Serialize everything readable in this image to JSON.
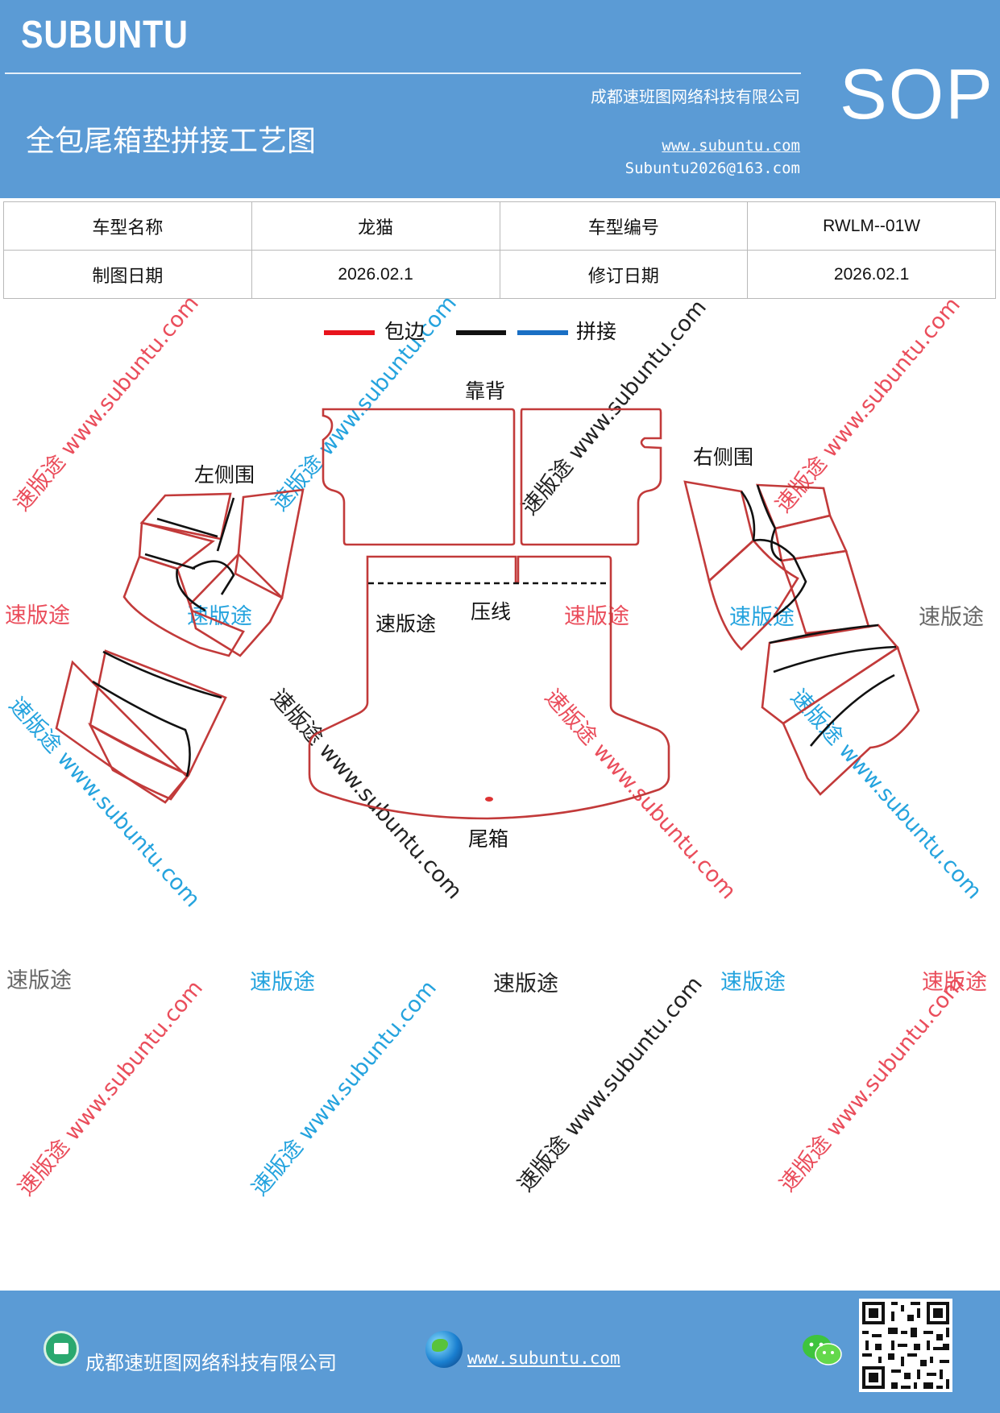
{
  "header": {
    "brand": "SUBUNTU",
    "company": "成都速班图网络科技有限公司",
    "title": "全包尾箱垫拼接工艺图",
    "website": "www.subuntu.com",
    "email": "Subuntu2026@163.com",
    "badge": "SOP"
  },
  "info_table": {
    "rows": [
      {
        "label1": "车型名称",
        "value1": "龙猫",
        "label2": "车型编号",
        "value2": "RWLM--01W"
      },
      {
        "label1": "制图日期",
        "value1": "2026.02.1",
        "label2": "修订日期",
        "value2": "2026.02.1"
      }
    ]
  },
  "legend": {
    "wrap_label": "包边",
    "splice_label": "拼接",
    "wrap_color": "#e8141c",
    "black_color": "#111111",
    "splice_color": "#1a6fc4"
  },
  "diagram": {
    "back_label": "靠背",
    "left_label": "左侧围",
    "right_label": "右侧围",
    "press_line_label": "压线",
    "trunk_label": "尾箱"
  },
  "watermark": {
    "text": "速版途",
    "diagonal": "速版途 www.subuntu.com"
  },
  "footer": {
    "company": "成都速班图网络科技有限公司",
    "website": "www.subuntu.com"
  },
  "icons": [
    "home-icon",
    "globe-icon",
    "wechat-icon",
    "qr-code"
  ]
}
